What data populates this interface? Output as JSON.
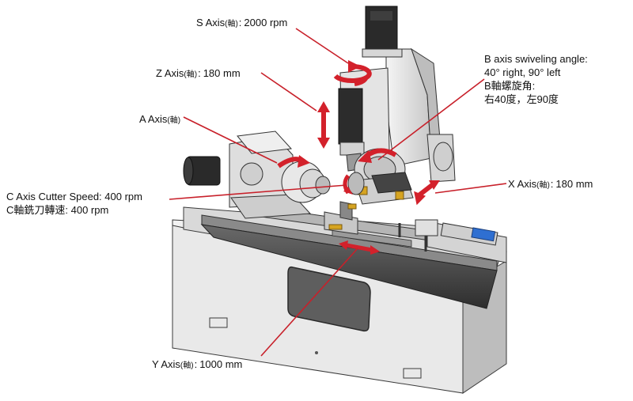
{
  "labels": {
    "s_axis": {
      "name": "S Axis",
      "sub": "(軸)",
      "sep": ":",
      "value": "2000 rpm"
    },
    "z_axis": {
      "name": "Z Axis",
      "sub": "(軸)",
      "sep": ":",
      "value": "180 mm"
    },
    "a_axis": {
      "name": "A Axis",
      "sub": "(軸)"
    },
    "b_axis": {
      "line1": "B axis swiveling angle:",
      "line2": "40° right, 90° left",
      "line3": "B軸螺旋角:",
      "line4": "右40度，左90度"
    },
    "x_axis": {
      "name": "X Axis",
      "sub": "(軸)",
      "sep": ":",
      "value": "180 mm"
    },
    "c_axis": {
      "line1": "C Axis Cutter Speed: 400 rpm",
      "line2": "C軸銑刀轉速: 400 rpm"
    },
    "y_axis": {
      "name": "Y Axis",
      "sub": "(軸)",
      "sep": ":",
      "value": "1000 mm"
    }
  },
  "colors": {
    "accent_red": "#d3212b",
    "leader_red": "#c8202a",
    "machine_light": "#e6e6e6",
    "machine_mid": "#c9c9c9",
    "machine_dark": "#7c7c7c",
    "outline": "#3a3a3a",
    "window": "#5e5e5e",
    "motor_black": "#2a2a2a",
    "rail_black": "#444444",
    "blue_part": "#2f6fd1"
  }
}
